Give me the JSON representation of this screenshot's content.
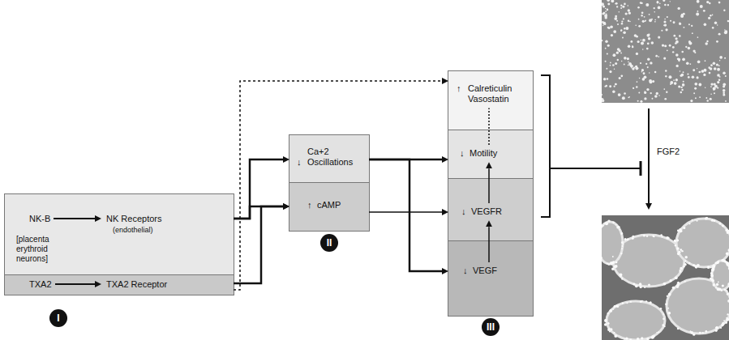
{
  "diagram": {
    "nodes": [
      {
        "text": [
          "I"
        ]
      },
      {
        "text": [
          "NK-B",
          "NK Receptors",
          "(endothelial)",
          "[placenta erythroid neurons]"
        ],
        "in": 0
      },
      {
        "text": [
          "TXA2",
          "TXA2 Receptor"
        ],
        "in": 0
      },
      {
        "text": [
          "II"
        ]
      },
      {
        "text": [
          "↓",
          "Ca+2 Oscillations"
        ],
        "in": 3
      },
      {
        "text": [
          "↑",
          "cAMP"
        ],
        "in": 3
      },
      {
        "text": [
          "III"
        ]
      },
      {
        "text": [
          "↑",
          "Calreticulin Vasostatin"
        ],
        "in": 6
      },
      {
        "text": [
          "↓",
          "Motility"
        ],
        "in": 6
      },
      {
        "text": [
          "↓",
          "VEGFR"
        ],
        "in": 6
      },
      {
        "text": [
          "↓",
          "VEGF"
        ],
        "in": 6
      }
    ],
    "edges": [
      {
        "from": 1,
        "to": 4,
        "arrow": "to"
      },
      {
        "from": 1,
        "to": 5,
        "arrow": "to"
      },
      {
        "from": 2,
        "to": 5,
        "arrow": "to"
      },
      {
        "from": 2,
        "to": 7,
        "arrow": "to"
      },
      {
        "from": 4,
        "to": 8,
        "arrow": "to"
      },
      {
        "from": 4,
        "to": 10,
        "arrow": "to"
      },
      {
        "from": 5,
        "to": 9,
        "arrow": "to"
      },
      {
        "from": 10,
        "to": 9,
        "arrow": "to"
      },
      {
        "from": 9,
        "to": 8,
        "arrow": "to"
      },
      {
        "from": 8,
        "to": 7,
        "arrow": "none"
      }
    ],
    "labels": [
      "FGF2"
    ]
  }
}
